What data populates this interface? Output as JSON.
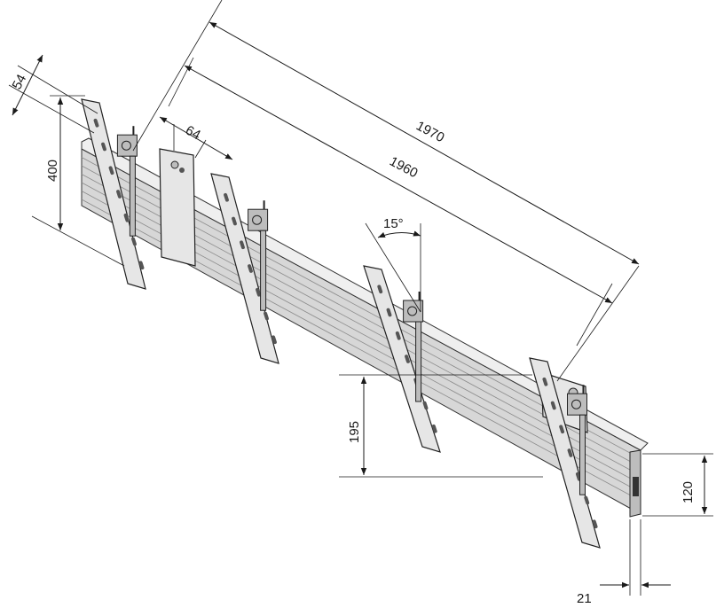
{
  "dimensions": {
    "total_length": "1970",
    "rail_length": "1960",
    "bracket_depth": "54",
    "mount_offset": "64",
    "bracket_height": "400",
    "tilt_angle": "15°",
    "hole_spacing": "195",
    "rail_height": "120",
    "rail_depth": "21"
  },
  "colors": {
    "line": "#1a1a1a",
    "rail": "#d7d7d7",
    "plate": "#e6e6e6"
  }
}
